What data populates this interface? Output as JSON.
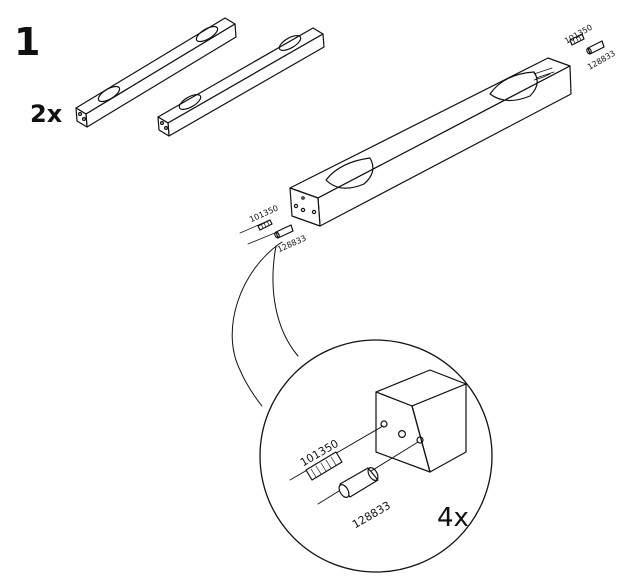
{
  "instruction": {
    "step_number": "1",
    "quantity_pair": "2x",
    "quantity_detail": "4x"
  },
  "parts": {
    "dowel": "101350",
    "cam_bolt": "128833"
  }
}
